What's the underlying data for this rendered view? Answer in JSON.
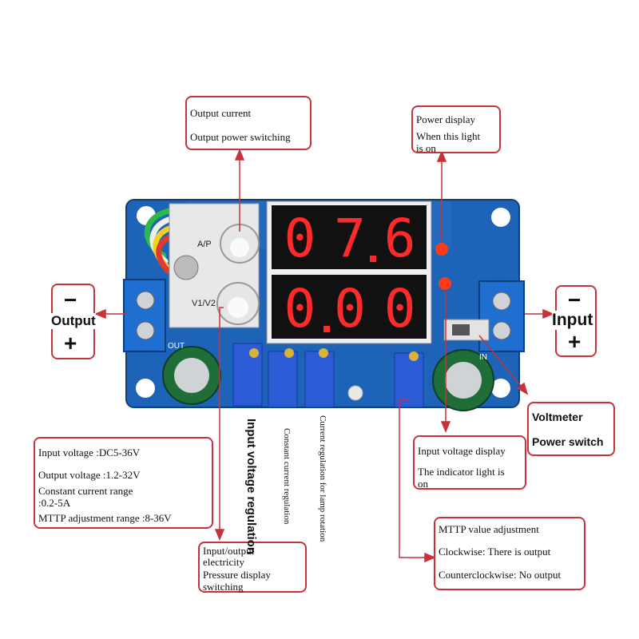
{
  "board": {
    "display_top": [
      "0",
      "7",
      "6"
    ],
    "display_bottom": [
      "0",
      "0",
      "0"
    ],
    "label_ap": "A/P",
    "label_v1v2": "V1/V2",
    "label_out": "OUT",
    "label_in": "IN"
  },
  "callouts": {
    "output_current": {
      "line1": "Output current",
      "line2": "Output power switching"
    },
    "power_display": {
      "line1": "Power display",
      "line2": "When this light",
      "line3": "is on"
    },
    "output_terminal": {
      "minus": "−",
      "label": "Output",
      "plus": "+"
    },
    "input_terminal": {
      "minus": "−",
      "label": "Input",
      "plus": "+"
    },
    "voltmeter": {
      "line1": "Voltmeter",
      "line2": "Power switch"
    },
    "specs": {
      "line1": "Input voltage :DC5-36V",
      "line2": "Output voltage :1.2-32V",
      "line3": "Constant current range",
      "line4": ":0.2-5A",
      "line5": "MTTP adjustment range :8-36V"
    },
    "input_voltage_display": {
      "line1": "Input voltage display",
      "line2": "The indicator light is",
      "line3": "on"
    },
    "io_display": {
      "line1": "Input/output",
      "line2": "electricity",
      "line3": "Pressure display",
      "line4": "switching"
    },
    "mttp": {
      "line1": "MTTP value adjustment",
      "line2": "Clockwise: There is output",
      "line3": "Counterclockwise: No output"
    }
  },
  "vertical_labels": {
    "input_voltage_regulation": "Input voltage regulation",
    "constant_current_regulation": "Constant current regulation",
    "lamp_rotation": "Current regulation for lamp rotation"
  },
  "colors": {
    "callout_border": "#c8323a",
    "pcb": "#1d63b8",
    "segment_on": "#ff2a2a",
    "terminal": "#1e6fd0"
  }
}
